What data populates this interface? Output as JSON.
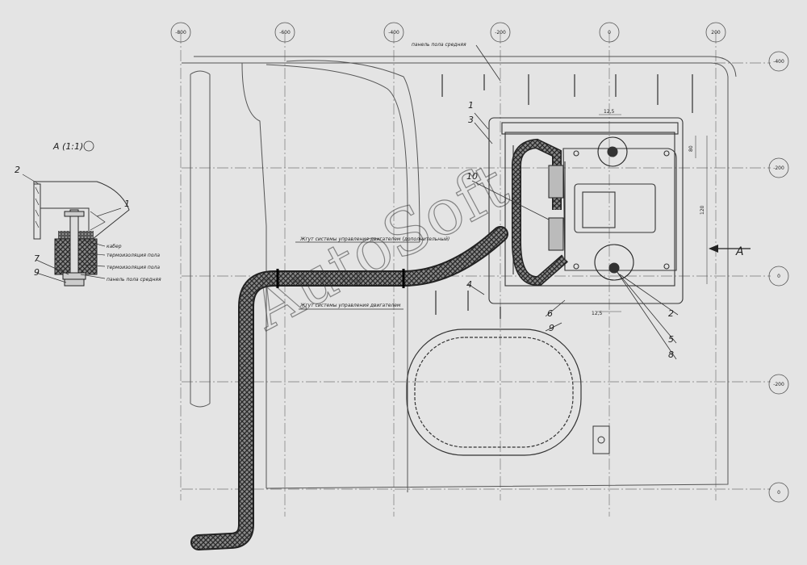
{
  "grid_labels": {
    "top": [
      "-800",
      "-600",
      "-400",
      "-200",
      "0",
      "200"
    ],
    "right": [
      "-400",
      "-200",
      "0",
      "-200",
      "0"
    ]
  },
  "callouts": {
    "floor_panel_top": "панель пола средняя",
    "harness_1": "Жгут системы управления двигателем (дополнительный)",
    "harness_2": "Жгут системы управления двигателем"
  },
  "section": {
    "title": "A (1:1)",
    "labels": [
      "кабер",
      "термоизоляция пола",
      "термоизоляция пола",
      "панель пола средняя"
    ]
  },
  "part_numbers": {
    "sec_2": "2",
    "sec_1": "1",
    "sec_7": "7",
    "sec_9": "9",
    "p1": "1",
    "p3": "3",
    "p10": "10",
    "p4": "4",
    "p6": "6",
    "p9": "9",
    "p2": "2",
    "p5": "5",
    "p8": "8"
  },
  "view_arrow_label": "A",
  "dimensions": [
    "12,5",
    "12,5",
    "80",
    "120"
  ],
  "watermark": "AutoSoft"
}
